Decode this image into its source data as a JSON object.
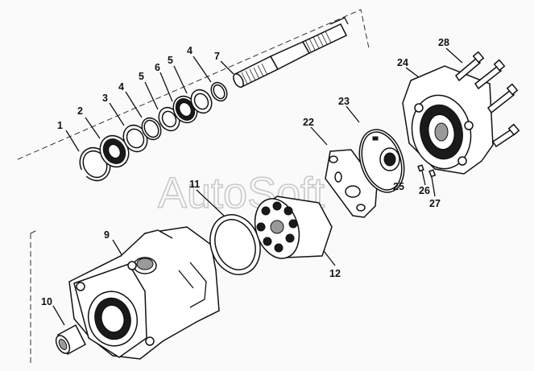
{
  "watermark": "AutoSoft",
  "callouts": {
    "c1": "1",
    "c2": "2",
    "c3": "3",
    "c4a": "4",
    "c5a": "5",
    "c6": "6",
    "c5b": "5",
    "c4b": "4",
    "c7": "7",
    "c28": "28",
    "c24": "24",
    "c22": "22",
    "c23": "23",
    "c11": "11",
    "c9": "9",
    "c10": "10",
    "c12": "12",
    "c25": "25",
    "c26": "26",
    "c27": "27"
  }
}
